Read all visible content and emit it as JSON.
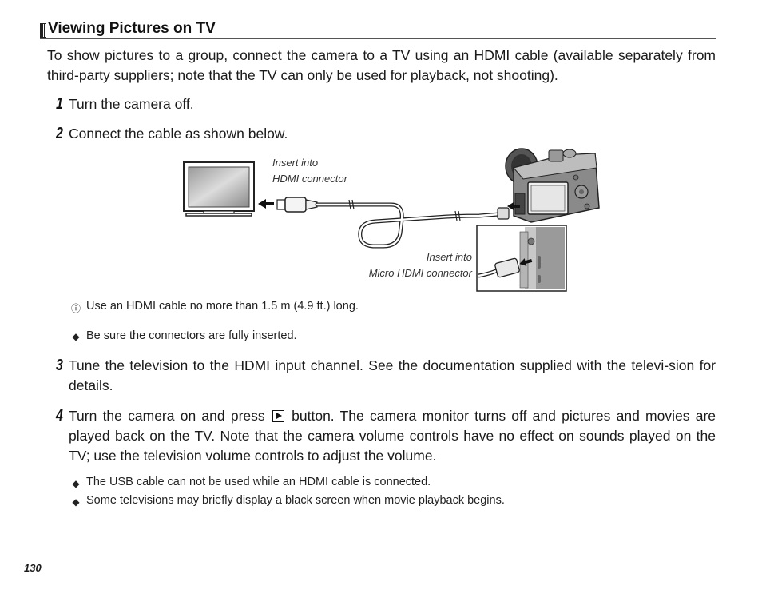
{
  "heading": {
    "title": "Viewing Pictures on TV"
  },
  "intro": "To show pictures to a group, connect the camera to a TV using an HDMI cable (available separately from third-party suppliers; note that the TV can only be used for playback, not shooting).",
  "steps": [
    {
      "num": "1",
      "text": "Turn the camera off."
    },
    {
      "num": "2",
      "text": "Connect the cable as shown below."
    },
    {
      "num": "3",
      "text": "Tune the television to the HDMI input channel.  See the documentation supplied with the televi-sion for details."
    },
    {
      "num": "4",
      "text_before": "Turn the camera on and press",
      "text_after": "button.  The camera monitor turns off and pictures and movies are played back on the TV.  Note that the camera volume controls have no effect on sounds played on the TV; use the television volume controls to adjust the volume."
    }
  ],
  "diagram": {
    "caption_hdmi_1": "Insert into",
    "caption_hdmi_2": "HDMI connector",
    "caption_micro_1": "Insert into",
    "caption_micro_2": "Micro HDMI connector"
  },
  "notes_step2": [
    {
      "icon": "caution-icon",
      "text": "Use an HDMI cable no more than 1.5 m (4.9 ft.) long."
    },
    {
      "icon": "note-icon",
      "text": "Be sure the connectors are fully inserted."
    }
  ],
  "notes_step4": [
    {
      "icon": "note-icon",
      "text": "The USB cable can not be used while an HDMI cable is connected."
    },
    {
      "icon": "note-icon",
      "text": "Some televisions may briefly display a black screen when movie playback begins."
    }
  ],
  "page_number": "130"
}
